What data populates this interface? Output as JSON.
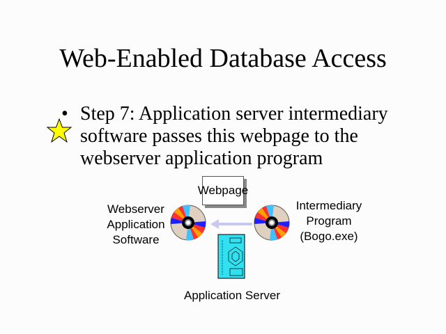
{
  "title": "Web-Enabled Database Access",
  "bullet": {
    "marker": "•",
    "text": "Step 7: Application server intermediary software passes this webpage to the webserver application program"
  },
  "diagram": {
    "webpage_label": "Webpage",
    "left_label": [
      "Webserver",
      "Application",
      "Software"
    ],
    "right_label": [
      "Intermediary",
      "Program",
      "(Bogo.exe)"
    ],
    "server_label": "Application Server"
  },
  "colors": {
    "star": "#ffff00",
    "arrow": "#c8c8f0",
    "server": "#33e0f0"
  }
}
